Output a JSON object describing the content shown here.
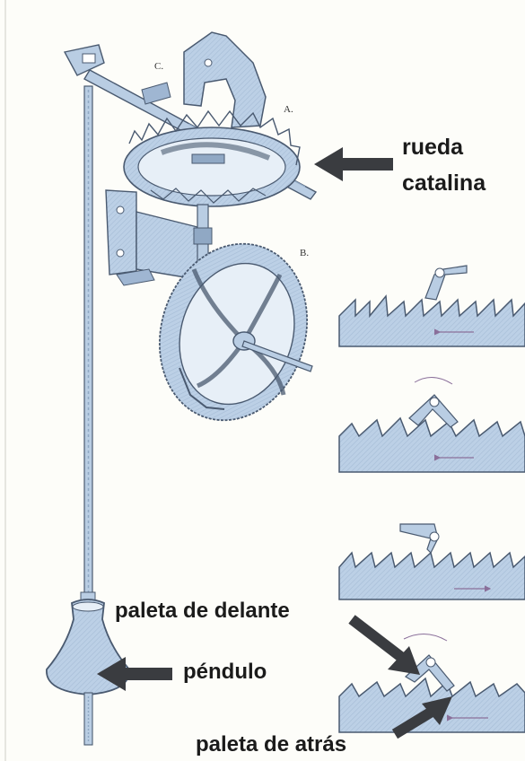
{
  "part_letters": {
    "a": "A.",
    "b": "B.",
    "c": "C."
  },
  "labels": {
    "rueda_line1": "rueda",
    "rueda_line2": "catalina",
    "paleta_delante": "paleta de delante",
    "pendulo": "péndulo",
    "paleta_atras": "paleta de atrás"
  },
  "colors": {
    "ink": "#4a5a70",
    "fill": "#b9cde3",
    "fill_dark": "#90a8c4",
    "arrow": "#3a3c40",
    "text": "#1b1b1b",
    "background": "#fdfdf9"
  }
}
